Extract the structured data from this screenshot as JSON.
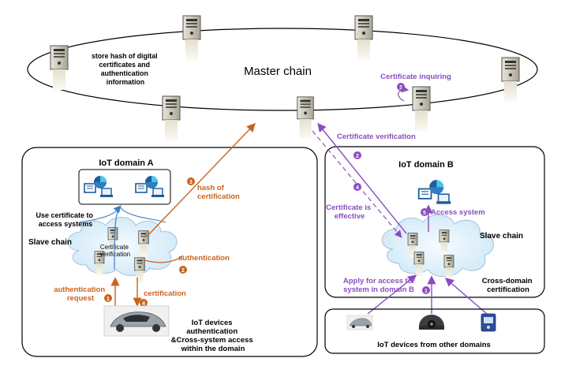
{
  "master_chain": {
    "title": "Master chain",
    "store_note": [
      "store hash of digital",
      "certificates and",
      "authentication",
      "information"
    ]
  },
  "domain_a": {
    "title": "IoT domain A",
    "slave_chain": "Slave chain",
    "use_cert": [
      "Use certificate to",
      "access systems"
    ],
    "cert_verification": [
      "Certificate",
      "verification"
    ],
    "authentication": "authentication",
    "certification": "certification",
    "auth_request": [
      "authentication",
      "request"
    ],
    "hash_cert": [
      "hash of",
      "certification"
    ],
    "devices_note": [
      "IoT devices",
      "authentication",
      "&Cross-system access",
      "within the domain"
    ]
  },
  "domain_b": {
    "title": "IoT domain B",
    "slave_chain": "Slave chain",
    "cert_inquiring": "Certificate inquiring",
    "cert_verification": "Certificate verification",
    "cert_effective": [
      "Certificate is",
      "effective"
    ],
    "access_system": "Access system",
    "apply_access": [
      "Apply for access to",
      "system in domain B"
    ],
    "cross_domain": [
      "Cross-domain",
      "certification"
    ]
  },
  "other_devices": {
    "label": "IoT devices from other domains"
  },
  "steps": {
    "a1": "1",
    "a2": "2",
    "a3": "3",
    "a4": "4",
    "b1": "1",
    "b2": "2",
    "b3": "3",
    "b4": "4",
    "b5": "5"
  },
  "colors": {
    "orange": "#c8641e",
    "purple": "#8a4dbe",
    "blue": "#3a7fc8",
    "black": "#000000"
  }
}
